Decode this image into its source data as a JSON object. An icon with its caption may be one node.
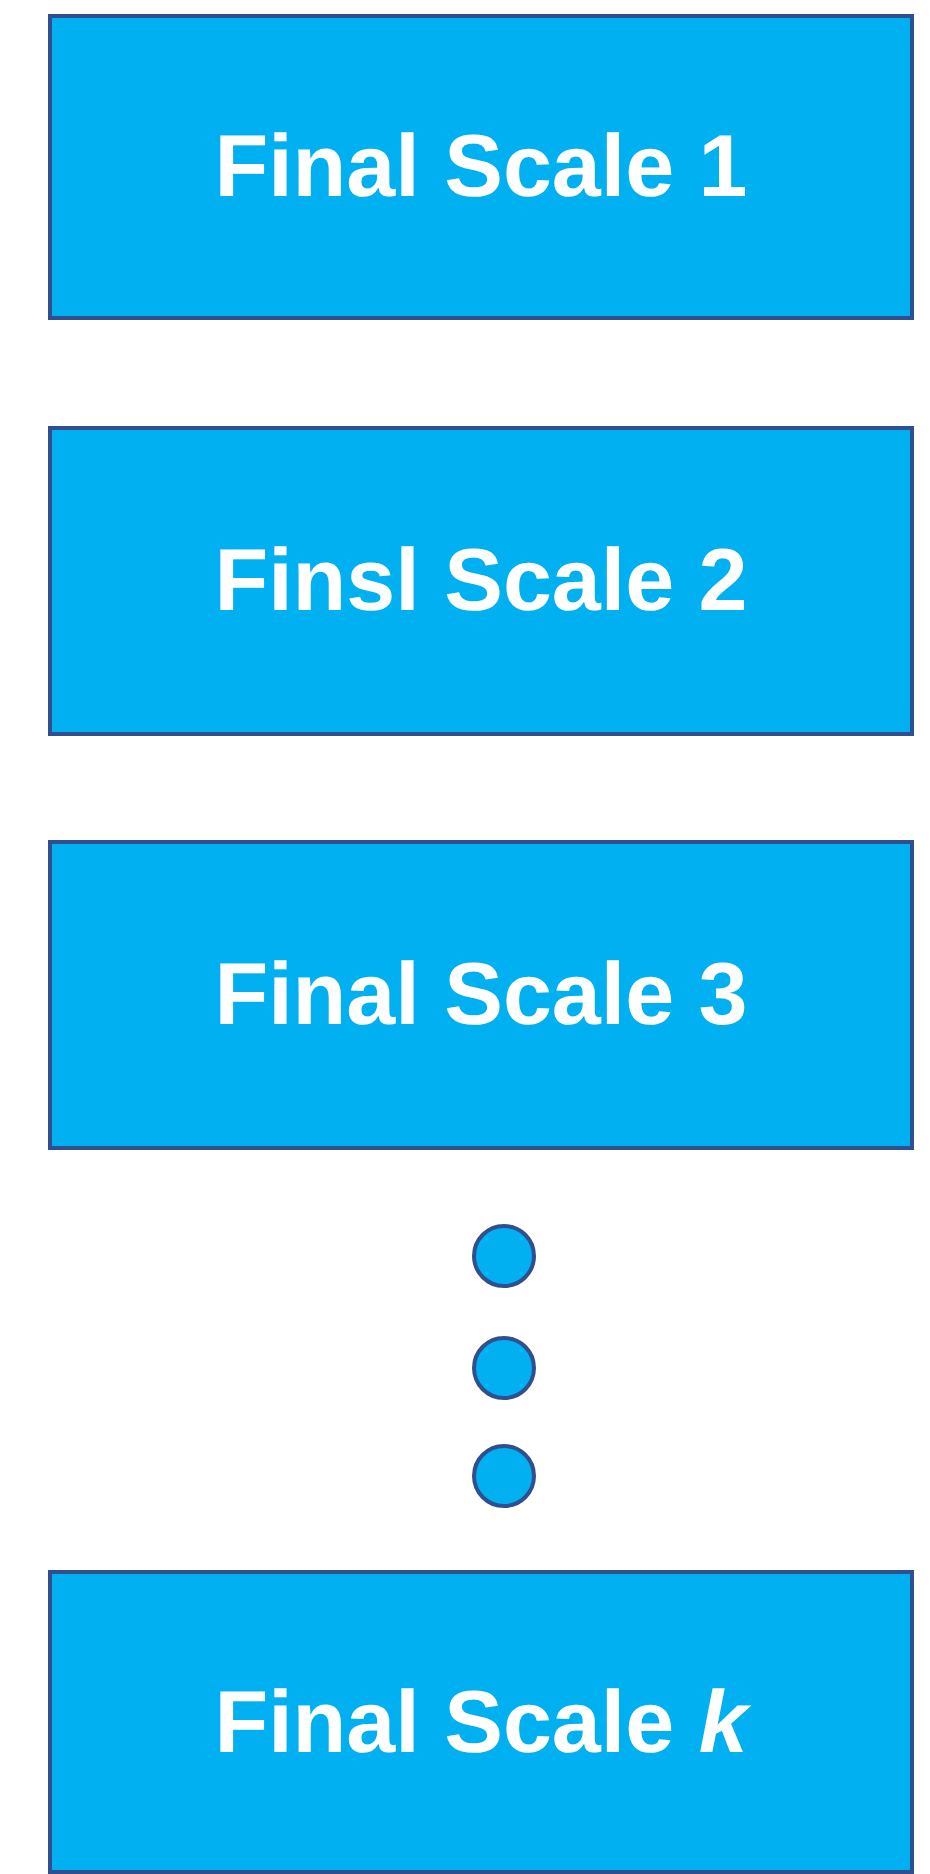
{
  "diagram": {
    "nodes": [
      {
        "text": [
          "Final Scale 1"
        ]
      },
      {
        "text": [
          "Finsl Scale 2"
        ]
      },
      {
        "text": [
          "Final Scale 3"
        ]
      },
      {
        "text": [],
        "shape": "circle"
      },
      {
        "text": [],
        "shape": "circle"
      },
      {
        "text": [],
        "shape": "circle"
      },
      {
        "text": [
          "Final Scale *k*"
        ]
      }
    ]
  }
}
